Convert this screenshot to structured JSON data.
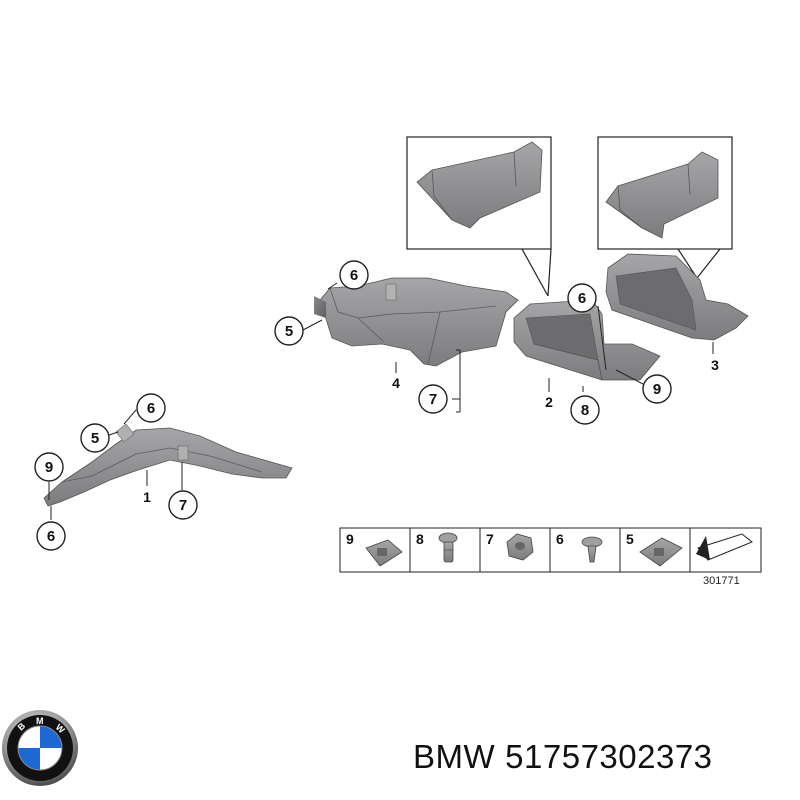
{
  "diagram": {
    "callouts": [
      {
        "id": "c-l-6-top",
        "label": "6"
      },
      {
        "id": "c-l-5",
        "label": "5"
      },
      {
        "id": "c-l-9",
        "label": "9"
      },
      {
        "id": "c-l-7",
        "label": "7"
      },
      {
        "id": "c-l-6-bot",
        "label": "6"
      },
      {
        "id": "c-m-6",
        "label": "6"
      },
      {
        "id": "c-m-5",
        "label": "5"
      },
      {
        "id": "c-m-7",
        "label": "7"
      },
      {
        "id": "c-r-6",
        "label": "6"
      },
      {
        "id": "c-r-9",
        "label": "9"
      },
      {
        "id": "c-r-8",
        "label": "8"
      }
    ],
    "part_numbers": [
      {
        "id": "p-1",
        "label": "1"
      },
      {
        "id": "p-2",
        "label": "2"
      },
      {
        "id": "p-3",
        "label": "3"
      },
      {
        "id": "p-4",
        "label": "4"
      }
    ],
    "legend": [
      "9",
      "8",
      "7",
      "6",
      "5"
    ],
    "reference_code": "301771"
  },
  "footer": {
    "brand": "BMW",
    "part_number": "51757302373"
  },
  "colors": {
    "part_fill": "#8c8c8e",
    "part_dark": "#6f6f72",
    "part_light": "#a9a9ab",
    "line": "#222222"
  },
  "logo": {
    "name": "bmw-roundel",
    "letters": "BMW"
  }
}
